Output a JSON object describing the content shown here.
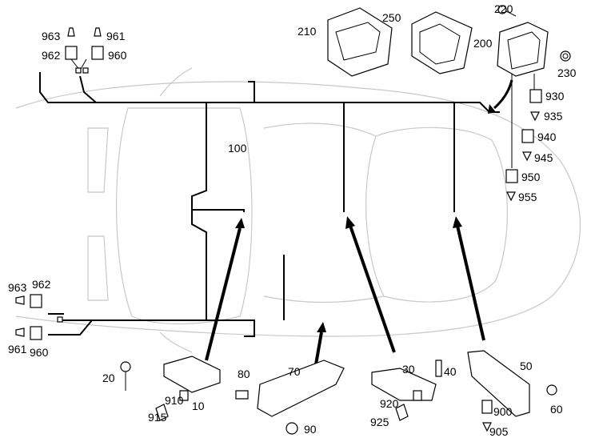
{
  "labels": {
    "p963_top": "963",
    "p961_top": "961",
    "p962_top": "962",
    "p960_top": "960",
    "p210": "210",
    "p250": "250",
    "p220": "220",
    "p200": "200",
    "p230": "230",
    "p930": "930",
    "p935": "935",
    "p940": "940",
    "p945": "945",
    "p950": "950",
    "p955": "955",
    "p100": "100",
    "p963_left": "963",
    "p962_left": "962",
    "p961_left": "961",
    "p960_left": "960",
    "p20": "20",
    "p910": "910",
    "p10": "10",
    "p915": "915",
    "p80": "80",
    "p70": "70",
    "p90": "90",
    "p30": "30",
    "p40": "40",
    "p920": "920",
    "p925": "925",
    "p50": "50",
    "p900": "900",
    "p905": "905",
    "p60": "60"
  }
}
